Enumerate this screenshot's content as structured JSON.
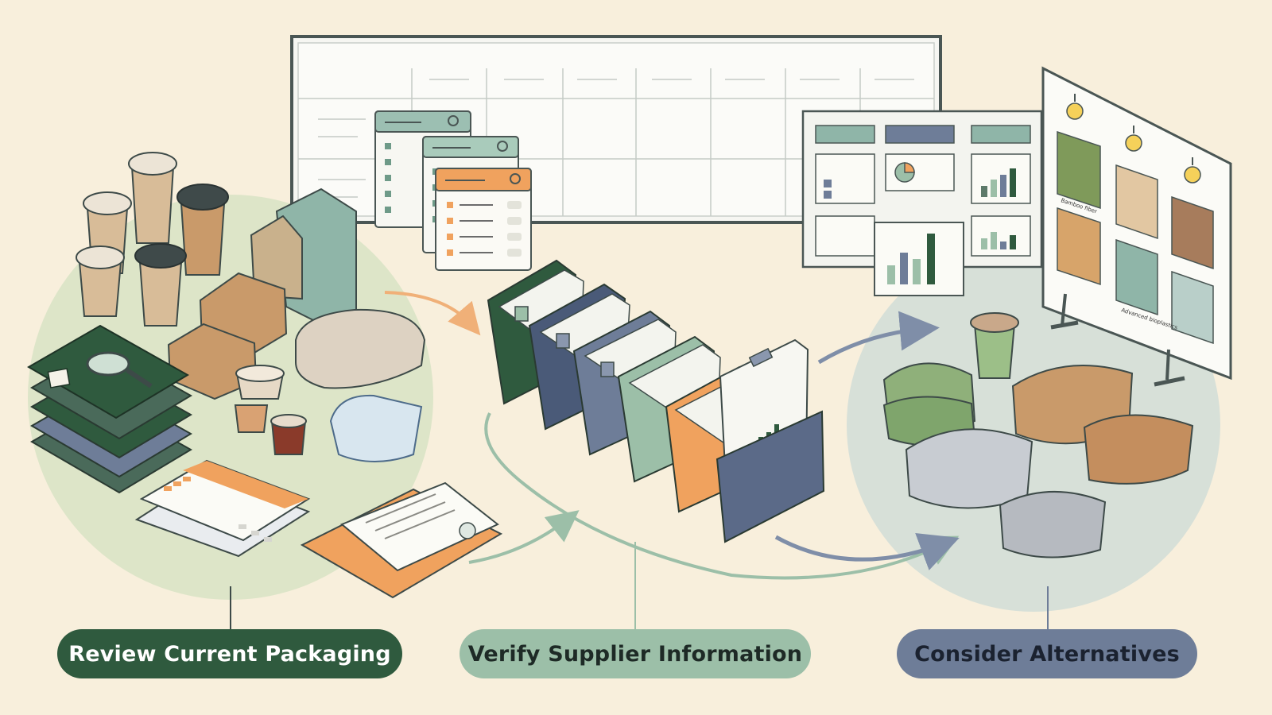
{
  "colors": {
    "background": "#f8efdc",
    "dark_green": "#2f5a3e",
    "sage": "#9cbfa8",
    "slate": "#6e7d98",
    "orange": "#f0a25e",
    "kraft": "#c99a6a",
    "outline": "#3d4a48"
  },
  "steps": [
    {
      "label": "Review Current Packaging",
      "bg": "#2f5a3e",
      "fg": "#ffffff"
    },
    {
      "label": "Verify Supplier Information",
      "bg": "#9cbfa8",
      "fg": "#1e2a26"
    },
    {
      "label": "Consider Alternatives",
      "bg": "#6e7d98",
      "fg": "#1b2230"
    }
  ],
  "material_board": {
    "labels": [
      "Bamboo fiber",
      "Advanced bioplastics"
    ]
  },
  "icons": [
    "coffee-cup-icon",
    "magnifier-icon",
    "folder-icon",
    "clipboard-icon",
    "bar-chart-icon",
    "pie-chart-icon",
    "lightbulb-icon",
    "arrow-icon"
  ]
}
